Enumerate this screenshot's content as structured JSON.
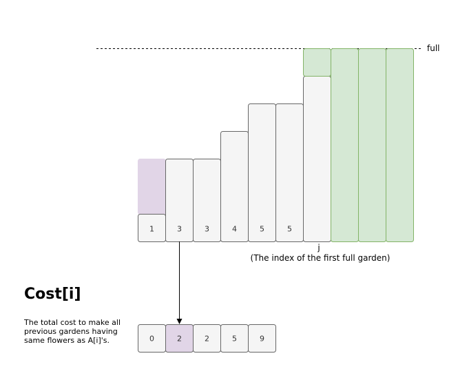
{
  "colors": {
    "box_fill": "#f5f5f5",
    "box_stroke": "#666666",
    "highlight_fill": "#e1d5e7",
    "full_fill": "#d5e8d4",
    "full_stroke": "#82b366"
  },
  "full_label": "full",
  "j_label": "j",
  "j_description": "(The index of the first full garden)",
  "cost_title": "Cost[i]",
  "cost_description": "The total cost to make all previous gardens having same flowers as A[i]'s.",
  "gardens": [
    {
      "label": "1",
      "level": 1,
      "highlight_fill_to": 3
    },
    {
      "label": "3",
      "level": 3
    },
    {
      "label": "3",
      "level": 3
    },
    {
      "label": "4",
      "level": 4
    },
    {
      "label": "5",
      "level": 5
    },
    {
      "label": "5",
      "level": 5
    },
    {
      "label": "",
      "level": 6,
      "top_up_to": 7
    },
    {
      "label": "",
      "level": 7,
      "full": true
    },
    {
      "label": "",
      "level": 7,
      "full": true
    },
    {
      "label": "",
      "level": 7,
      "full": true
    }
  ],
  "cost_boxes": [
    {
      "label": "0"
    },
    {
      "label": "2",
      "highlight": true
    },
    {
      "label": "2"
    },
    {
      "label": "5"
    },
    {
      "label": "9"
    }
  ]
}
